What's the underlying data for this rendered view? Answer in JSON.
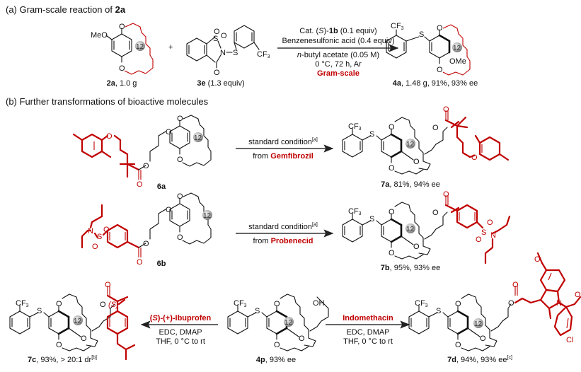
{
  "section_a": {
    "prefix": "(a) Gram-scale reaction of ",
    "compound": "2a",
    "substrate": {
      "id": "2a",
      "label_rest": ", 1.0 g",
      "ring_size": "12",
      "substituent": "MeO"
    },
    "plus": "+",
    "reagent": {
      "id": "3e",
      "label_rest": " (1.3 equiv)",
      "group": "CF3"
    },
    "conditions": {
      "line1_pre": "Cat. (",
      "line1_s": "S",
      "line1_mid": ")-",
      "line1_cat": "1b",
      "line1_post": " (0.1 equiv)",
      "line2": "Benzenesulfonic acid (0.4 equiv)",
      "line3_n": "n",
      "line3_rest": "-butyl acetate (0.05 M)",
      "line4": "0 °C, 72 h, Ar",
      "line5": "Gram-scale"
    },
    "product": {
      "id": "4a",
      "label_rest": ", 1.48 g, 91%, 93% ee",
      "ring_size": "12",
      "substituent": "OMe"
    }
  },
  "section_b": {
    "title": "(b) Further transformations of bioactive molecules",
    "rows": [
      {
        "substrate_id": "6a",
        "condition_top": "standard condition",
        "condition_note": "[a]",
        "condition_from": "from ",
        "drug": "Gemfibrozil",
        "product_id": "7a",
        "product_rest": ", 81%, 94% ee"
      },
      {
        "substrate_id": "6b",
        "condition_top": "standard condition",
        "condition_note": "[a]",
        "condition_from": "from ",
        "drug": "Probenecid",
        "product_id": "7b",
        "product_rest": ", 95%, 93% ee"
      }
    ],
    "center": {
      "id": "4p",
      "label_rest": ", 93% ee",
      "ring_size": "12"
    },
    "left_reaction": {
      "drug_pre": "(",
      "drug_s": "S",
      "drug_post": ")-(+)-Ibuprofen",
      "line2": "EDC, DMAP",
      "line3": "THF, 0 °C to rt",
      "product_id": "7c",
      "product_rest": ", 93%, > 20:1 dr",
      "product_note": "[b]",
      "stereo_label": "(S)"
    },
    "right_reaction": {
      "drug": "Indomethacin",
      "line2": "EDC, DMAP",
      "line3": "THF, 0 °C to rt",
      "product_id": "7d",
      "product_rest": ", 94%, 93% ee",
      "product_note": "[c]"
    },
    "ring_size": "12"
  },
  "atoms": {
    "O": "O",
    "S": "S",
    "N": "N",
    "Cl": "Cl",
    "OH": "OH",
    "CF3": "CF",
    "three": "3",
    "MeO": "MeO",
    "OMe": "OMe"
  },
  "colors": {
    "highlight": "#c00000",
    "text": "#111111",
    "badge": "#9a9a9a"
  }
}
